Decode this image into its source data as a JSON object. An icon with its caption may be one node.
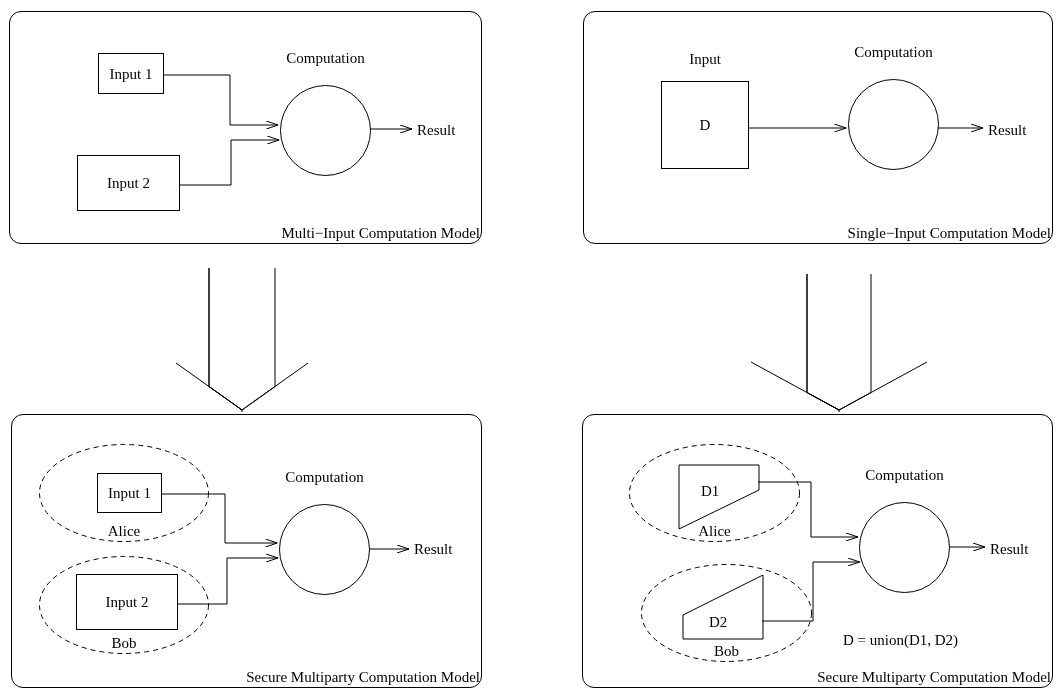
{
  "diagram": {
    "nodes": [
      {
        "text": [
          "Multi−Input Computation Model"
        ]
      },
      {
        "text": [
          "Input 1"
        ],
        "in": 0
      },
      {
        "text": [
          "Input 2"
        ],
        "in": 0
      },
      {
        "text": [
          "Computation"
        ],
        "in": 0
      },
      {
        "text": [
          "Result"
        ],
        "in": 0
      },
      {
        "text": [
          "Single−Input Computation Model"
        ]
      },
      {
        "text": [
          "Input",
          "D"
        ],
        "in": 5
      },
      {
        "text": [
          "Computation"
        ],
        "in": 5
      },
      {
        "text": [
          "Result"
        ],
        "in": 5
      },
      {
        "text": [
          "Secure Multiparty Computation Model"
        ]
      },
      {
        "text": [
          "Alice"
        ],
        "in": 9
      },
      {
        "text": [
          "Input 1"
        ],
        "in": 10
      },
      {
        "text": [
          "Bob"
        ],
        "in": 9
      },
      {
        "text": [
          "Input 2"
        ],
        "in": 12
      },
      {
        "text": [
          "Computation"
        ],
        "in": 9
      },
      {
        "text": [
          "Result"
        ],
        "in": 9
      },
      {
        "text": [
          "Secure Multiparty Computation Model"
        ]
      },
      {
        "text": [
          "Alice"
        ],
        "in": 16
      },
      {
        "text": [
          "D1"
        ],
        "in": 17
      },
      {
        "text": [
          "Bob"
        ],
        "in": 16
      },
      {
        "text": [
          "D2"
        ],
        "in": 19
      },
      {
        "text": [
          "Computation"
        ],
        "in": 16
      },
      {
        "text": [
          "Result"
        ],
        "in": 16
      }
    ],
    "edges": [
      {
        "from": 1,
        "to": 3,
        "arrow": "to"
      },
      {
        "from": 2,
        "to": 3,
        "arrow": "to"
      },
      {
        "from": 3,
        "to": 4,
        "arrow": "to"
      },
      {
        "from": 6,
        "to": 7,
        "arrow": "to"
      },
      {
        "from": 7,
        "to": 8,
        "arrow": "to"
      },
      {
        "from": 0,
        "to": 9,
        "arrow": "to"
      },
      {
        "from": 5,
        "to": 16,
        "arrow": "to"
      },
      {
        "from": 11,
        "to": 14,
        "arrow": "to"
      },
      {
        "from": 13,
        "to": 14,
        "arrow": "to"
      },
      {
        "from": 14,
        "to": 15,
        "arrow": "to"
      },
      {
        "from": 18,
        "to": 21,
        "arrow": "to"
      },
      {
        "from": 20,
        "to": 21,
        "arrow": "to"
      },
      {
        "from": 21,
        "to": 22,
        "arrow": "to"
      }
    ],
    "labels": [
      "D = union(D1, D2)"
    ]
  }
}
